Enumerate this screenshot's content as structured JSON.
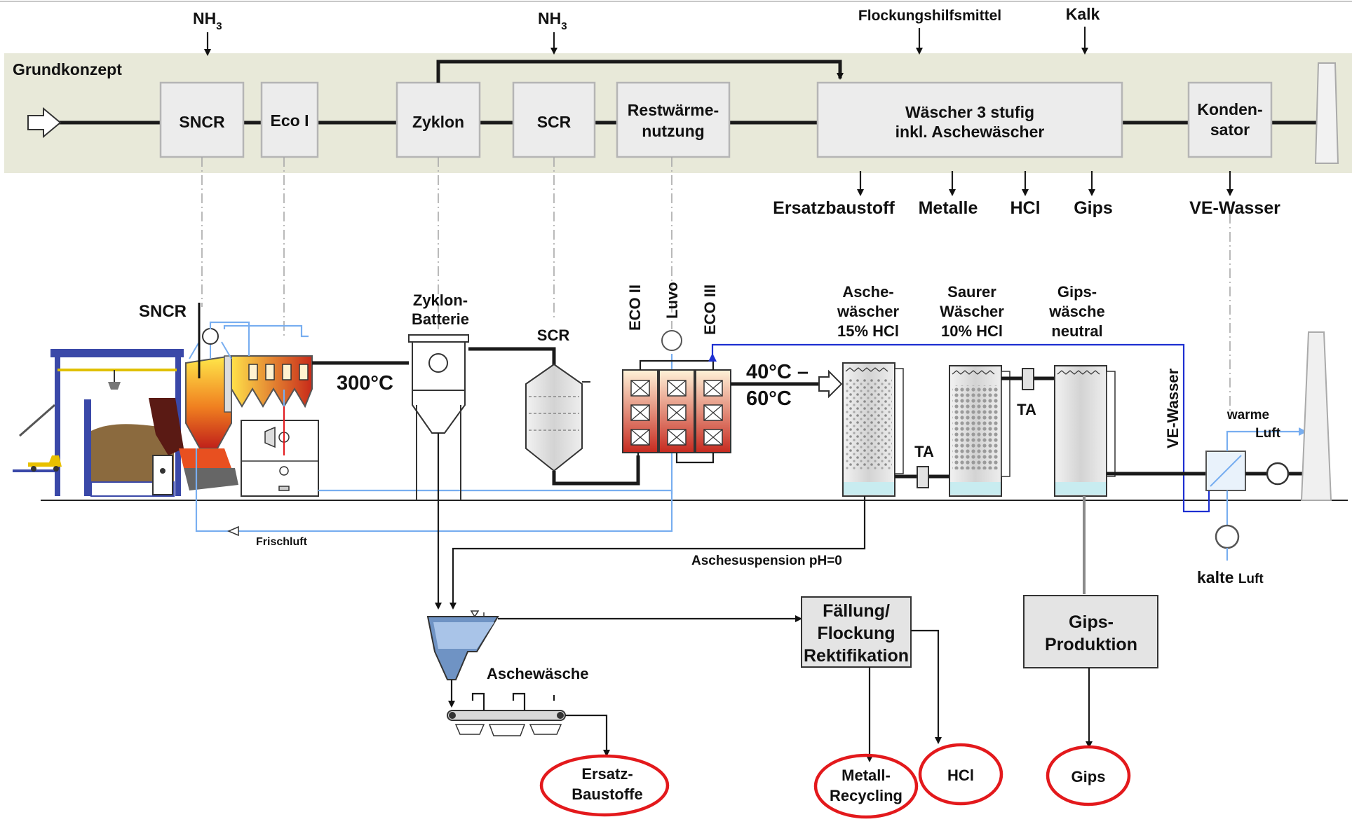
{
  "header": {
    "concept_label": "Grundkonzept",
    "nh3_1": "NH",
    "nh3_2": "NH",
    "nh3_sub": "3",
    "flocking_agent": "Flockungshilfsmittel",
    "lime": "Kalk"
  },
  "concept_boxes": [
    {
      "lines": [
        "SNCR"
      ]
    },
    {
      "lines": [
        "Eco I"
      ]
    },
    {
      "lines": [
        "Zyklon"
      ]
    },
    {
      "lines": [
        "SCR"
      ]
    },
    {
      "lines": [
        "Restwärme-",
        "nutzung"
      ]
    },
    {
      "lines": [
        "Wäscher 3 stufig",
        "inkl. Aschewäscher"
      ]
    },
    {
      "lines": [
        "Konden-",
        "sator"
      ]
    }
  ],
  "concept_outputs": [
    "Ersatzbaustoff",
    "Metalle",
    "HCl",
    "Gips",
    "VE-Wasser"
  ],
  "plant": {
    "sncr": "SNCR",
    "temp_300": "300°C",
    "zyklon_1": "Zyklon-",
    "zyklon_2": "Batterie",
    "scr": "SCR",
    "eco2": "ECO II",
    "luvo": "Luvo",
    "eco3": "ECO III",
    "temp_a": "40°C –",
    "temp_b": "60°C",
    "ash_scrubber": [
      "Asche-",
      "wäscher",
      "15% HCl"
    ],
    "acid_scrubber": [
      "Saurer",
      "Wäscher",
      "10% HCl"
    ],
    "gyps_scrubber": [
      "Gips-",
      "wäsche",
      "neutral"
    ],
    "ta1": "TA",
    "ta2": "TA",
    "ve_wasser": "VE-Wasser",
    "warm_air_1": "warme",
    "warm_air_2": "Luft",
    "cold_air": "kalte",
    "cold_air_unit": "Luft",
    "fresh_air": "Frischluft",
    "ash_suspension": "Aschesuspension pH=0",
    "ash_wash": "Aschewäsche"
  },
  "treatment": {
    "precip": [
      "Fällung/",
      "Flockung",
      "Rektifikation"
    ],
    "gyps": [
      "Gips-",
      "Produktion"
    ]
  },
  "products": [
    {
      "lines": [
        "Ersatz-",
        "Baustoffe"
      ]
    },
    {
      "lines": [
        "Metall-",
        "Recycling"
      ]
    },
    {
      "lines": [
        "HCl"
      ]
    },
    {
      "lines": [
        "Gips"
      ]
    }
  ],
  "colors": {
    "band": "#e8e9d9",
    "box": "#ececec",
    "highlight": "#e3191c",
    "water_line": "#1d2fd1",
    "air_line": "#78aef0"
  }
}
